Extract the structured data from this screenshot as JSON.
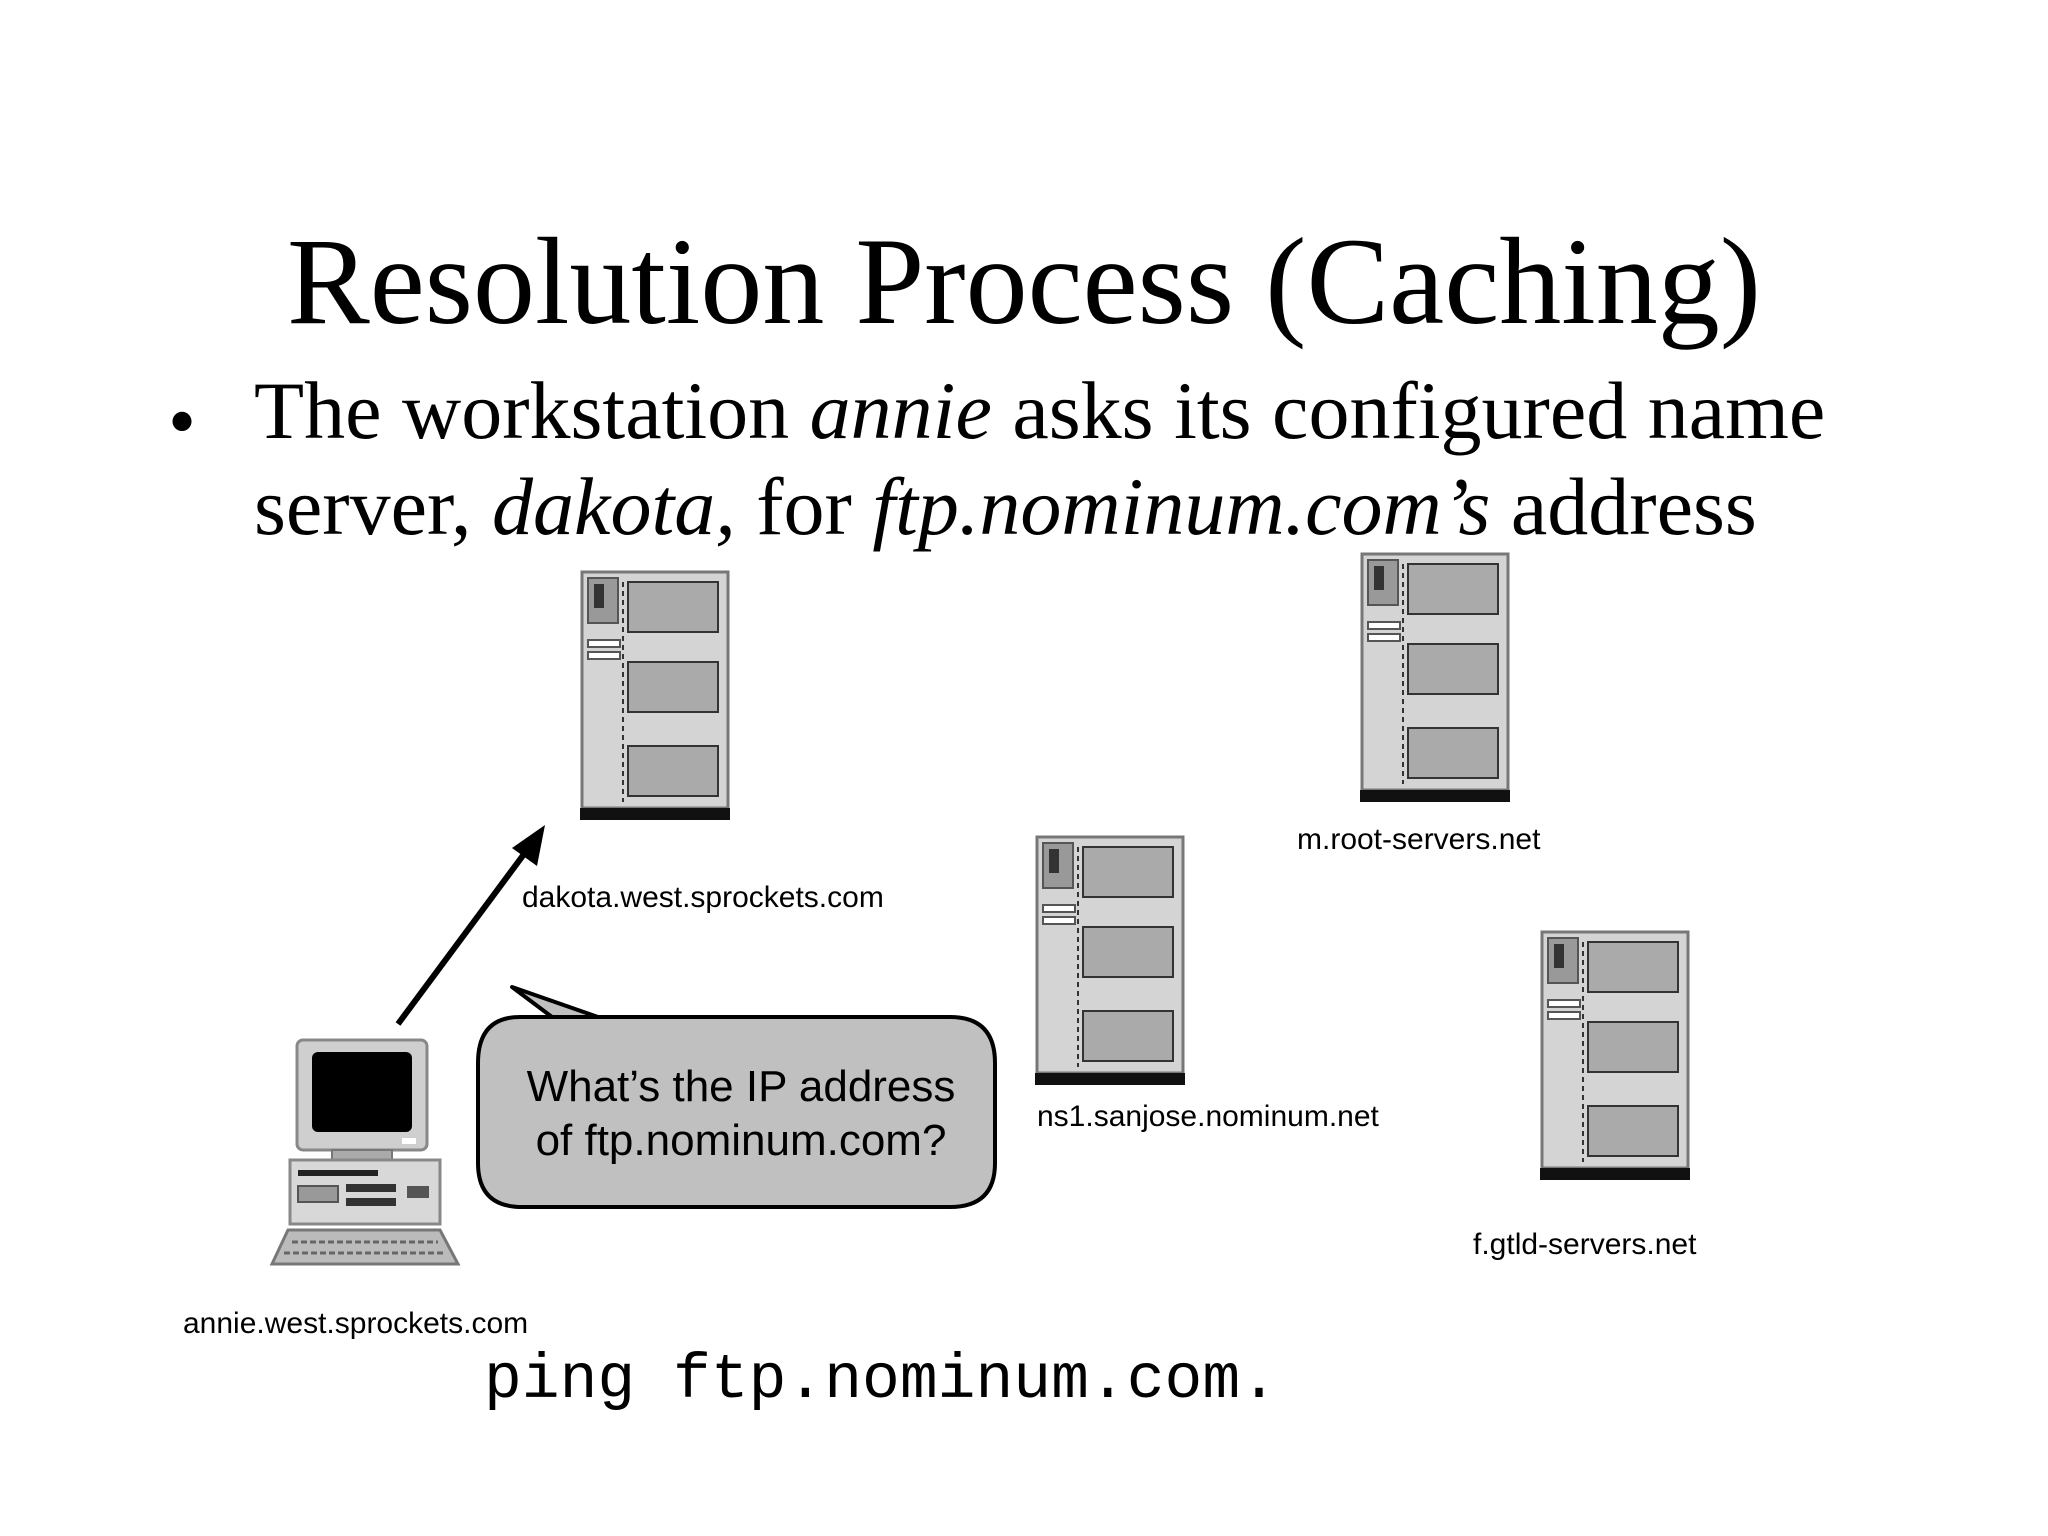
{
  "slide": {
    "title": "Resolution Process (Caching)",
    "bullet": {
      "marker": "•",
      "line1": {
        "part1": "The workstation ",
        "annie": "annie",
        "part2": " asks its configured name"
      },
      "line2": {
        "part1": "server, ",
        "dakota": "dakota,",
        "part2": " for ",
        "ftp": "ftp.nominum.com’s",
        "part3": " address"
      }
    },
    "hosts": {
      "dakota": "dakota.west.sprockets.com",
      "root": "m.root-servers.net",
      "ns1": "ns1.sanjose.nominum.net",
      "gtld": "f.gtld-servers.net",
      "annie": "annie.west.sprockets.com"
    },
    "bubble": {
      "line1": "What’s the IP address",
      "line2": "of ftp.nominum.com?"
    },
    "command": "ping ftp.nominum.com."
  },
  "colors": {
    "bubble_fill": "#c0c0c0",
    "server_body": "#d4d4d4",
    "server_base": "#111111",
    "arrow": "#000000"
  }
}
